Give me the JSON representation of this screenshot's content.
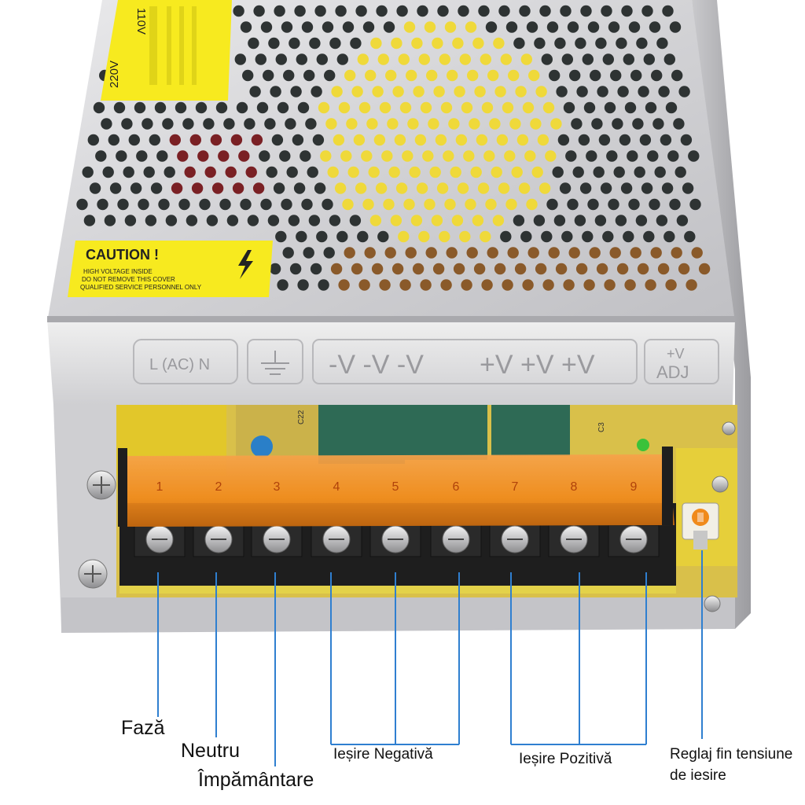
{
  "warning_sticker": {
    "voltage_left": "220V",
    "voltage_right": "110V"
  },
  "caution_sticker": {
    "title": "CAUTION !",
    "line1": "HIGH VOLTAGE INSIDE",
    "line2": "DO NOT REMOVE THIS COVER",
    "line3": "QUALIFIED SERVICE PERSONNEL ONLY"
  },
  "embossed_panel": {
    "ac_label": "L (AC) N",
    "neg_label": "-V -V -V",
    "pos_label": "+V +V +V",
    "adj_label_top": "+V",
    "adj_label_bottom": "ADJ"
  },
  "pcb_marks": {
    "c22": "C22",
    "c3": "C3"
  },
  "terminals": [
    "1",
    "2",
    "3",
    "4",
    "5",
    "6",
    "7",
    "8",
    "9"
  ],
  "callouts": {
    "faza": "Fază",
    "neutru": "Neutru",
    "impamantare": "Împământare",
    "iesire_negativa": "Ieșire Negativă",
    "iesire_pozitiva": "Ieșire Pozitivă",
    "reglaj": "Reglaj fin tensiune de iesire"
  },
  "colors": {
    "sticker_yellow": "#f7ea1f",
    "terminal_cover_orange": "#f08a1c",
    "callout_line_blue": "#2f7fd0",
    "chassis_silver": "#d8d8da"
  }
}
